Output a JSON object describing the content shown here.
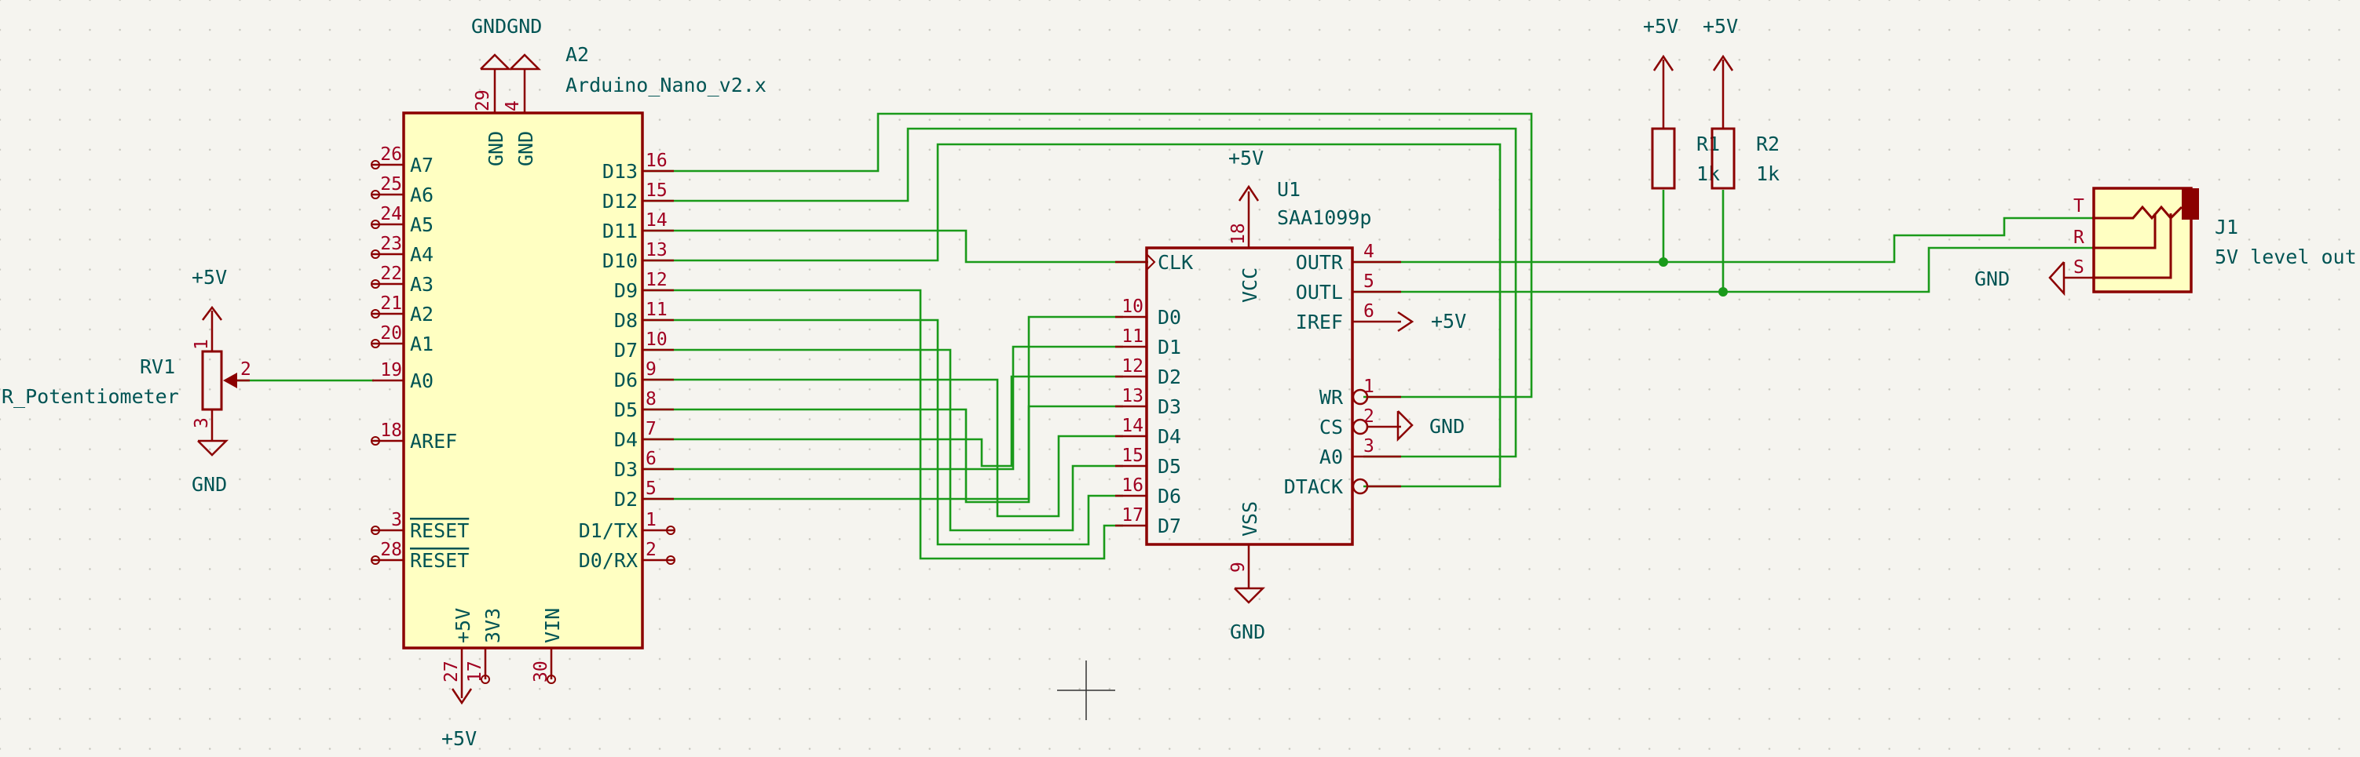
{
  "arduino": {
    "ref": "A2",
    "value": "Arduino_Nano_v2.x",
    "left_pins": [
      {
        "num": "26",
        "name": "A7"
      },
      {
        "num": "25",
        "name": "A6"
      },
      {
        "num": "24",
        "name": "A5"
      },
      {
        "num": "23",
        "name": "A4"
      },
      {
        "num": "22",
        "name": "A3"
      },
      {
        "num": "21",
        "name": "A2"
      },
      {
        "num": "20",
        "name": "A1"
      },
      {
        "num": "19",
        "name": "A0"
      },
      {
        "num": "18",
        "name": "AREF"
      },
      {
        "num": "3",
        "name": "RESET"
      },
      {
        "num": "28",
        "name": "RESET"
      }
    ],
    "right_pins": [
      {
        "num": "16",
        "name": "D13"
      },
      {
        "num": "15",
        "name": "D12"
      },
      {
        "num": "14",
        "name": "D11"
      },
      {
        "num": "13",
        "name": "D10"
      },
      {
        "num": "12",
        "name": "D9"
      },
      {
        "num": "11",
        "name": "D8"
      },
      {
        "num": "10",
        "name": "D7"
      },
      {
        "num": "9",
        "name": "D6"
      },
      {
        "num": "8",
        "name": "D5"
      },
      {
        "num": "7",
        "name": "D4"
      },
      {
        "num": "6",
        "name": "D3"
      },
      {
        "num": "5",
        "name": "D2"
      },
      {
        "num": "1",
        "name": "D1/TX"
      },
      {
        "num": "2",
        "name": "D0/RX"
      }
    ],
    "top_pins": [
      {
        "num": "29",
        "name": "GND"
      },
      {
        "num": "4",
        "name": "GND"
      }
    ],
    "bottom_pins": [
      {
        "num": "27",
        "name": "+5V"
      },
      {
        "num": "17",
        "name": "3V3"
      },
      {
        "num": "30",
        "name": "VIN"
      }
    ]
  },
  "saa": {
    "ref": "U1",
    "value": "SAA1099p",
    "left_pins": [
      {
        "num": "",
        "name": "CLK"
      },
      {
        "num": "10",
        "name": "D0"
      },
      {
        "num": "11",
        "name": "D1"
      },
      {
        "num": "12",
        "name": "D2"
      },
      {
        "num": "13",
        "name": "D3"
      },
      {
        "num": "14",
        "name": "D4"
      },
      {
        "num": "15",
        "name": "D5"
      },
      {
        "num": "16",
        "name": "D6"
      },
      {
        "num": "17",
        "name": "D7"
      }
    ],
    "right_pins": [
      {
        "num": "4",
        "name": "OUTR"
      },
      {
        "num": "5",
        "name": "OUTL"
      },
      {
        "num": "6",
        "name": "IREF"
      },
      {
        "num": "1",
        "name": "WR"
      },
      {
        "num": "2",
        "name": "CS"
      },
      {
        "num": "3",
        "name": "A0"
      },
      {
        "num": "",
        "name": "DTACK"
      }
    ],
    "top_pin": {
      "num": "18",
      "name": "VCC"
    },
    "bottom_pin": {
      "num": "9",
      "name": "VSS"
    }
  },
  "rv1": {
    "ref": "RV1",
    "value": "R_Potentiometer",
    "pins": [
      "1",
      "2",
      "3"
    ]
  },
  "r1": {
    "ref": "R1",
    "value": "1k"
  },
  "r2": {
    "ref": "R2",
    "value": "1k"
  },
  "j1": {
    "ref": "J1",
    "value": "5V level out",
    "pins": [
      "T",
      "R",
      "S"
    ]
  },
  "power": {
    "vcc": "+5V",
    "gnd": "GND",
    "gnd_overlap": "GNDGND"
  }
}
